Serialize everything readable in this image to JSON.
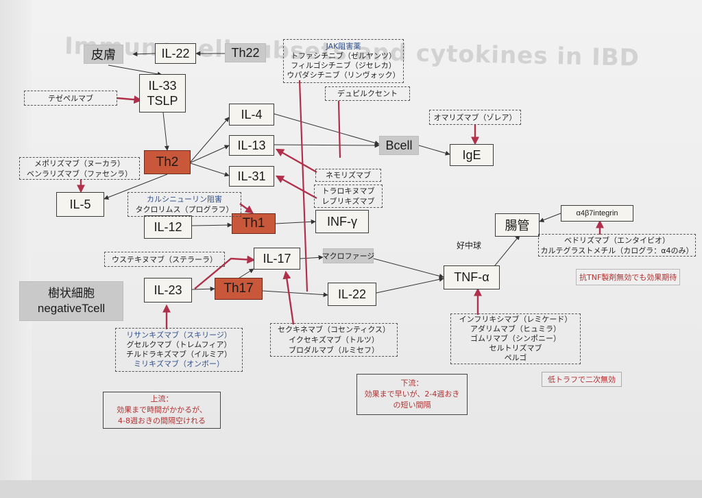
{
  "background_title": "Immune cell subsets and cytokines in IBD",
  "nodes": {
    "hifu": "皮膚",
    "il22_top": "IL-22",
    "th22": "Th22",
    "il33_1": "IL-33",
    "il33_2": "TSLP",
    "th2": "Th2",
    "il4": "IL-4",
    "il13": "IL-13",
    "il31": "IL-31",
    "il5": "IL-5",
    "bcell": "Bcell",
    "ige": "IgE",
    "il12": "IL-12",
    "th1": "Th1",
    "infg": "INF-γ",
    "il17": "IL-17",
    "macrophage": "マクロファージ",
    "il23": "IL-23",
    "th17": "Th17",
    "il22_bottom": "IL-22",
    "tnfa": "TNF-α",
    "chokan": "腸管",
    "integrin": "α4β7integrin",
    "dendritic_1": "樹状細胞",
    "dendritic_2": "negativeTcell",
    "neutrophil": "好中球"
  },
  "drug_boxes": {
    "jak": [
      "JAK阻害薬",
      "トファシチニブ（ゼルヤンツ）",
      "フィルゴシチニブ（ジセレカ）",
      "ウパダシチニブ（リンヴォック）"
    ],
    "tezepelumab": "テゼペルマブ",
    "dupilumab": "デュピルクセント",
    "omalizumab": "オマリズマブ（ゾレア）",
    "mepolizumab": [
      "メポリズマブ（ヌーカラ）",
      "ベンラリズマブ（ファセンラ）"
    ],
    "nemolizumab": "ネモリズマブ",
    "tralokinumab": [
      "トラロキヌマブ",
      "レブリキズマブ"
    ],
    "calcineurin": [
      "カルシニューリン阻害",
      "タクロリムス（プログラフ）"
    ],
    "ustekinumab": "ウステキヌマブ（ステラーラ）",
    "il17_drugs": [
      "セクキネマブ（コセンティクス）",
      "イクセキズマブ（トルツ）",
      "ブロダルマブ（ルミセフ）"
    ],
    "il23_drugs": [
      "リサンキズマブ（スキリージ）",
      "グセルクマブ（トレムフィア）",
      "チルドラキズマブ（イルミア）",
      "ミリキズマブ（オンボー）"
    ],
    "tnf_drugs": [
      "インフリキシマブ（レミケード）",
      "アダリムマブ（ヒュミラ）",
      "ゴムリマブ（シンポニー）",
      "セルトリズマブ",
      "ペルゴ"
    ],
    "vedolizumab": [
      "ベドリズマブ（エンタイビオ）",
      "カルテグラストメチル（カログラ：α4のみ）"
    ]
  },
  "notes": {
    "anti_tnf": "抗TNF製剤無効でも効果期待",
    "low_trough": "低トラフで二次無効",
    "upstream": [
      "上流：",
      "効果まで時間がかかるが、",
      "4-8週おきの間隔空けれる"
    ],
    "downstream": [
      "下流：",
      "効果まで早いが、2-4週おき",
      "の短い間隔"
    ]
  },
  "colors": {
    "red_node": "#c9583a",
    "gray_node": "#c9c9c9",
    "white_node": "#f5f4ef",
    "inhibitor_arrow": "#b0304a",
    "note_text": "#b23030",
    "blue_text": "#2f4f8a"
  }
}
